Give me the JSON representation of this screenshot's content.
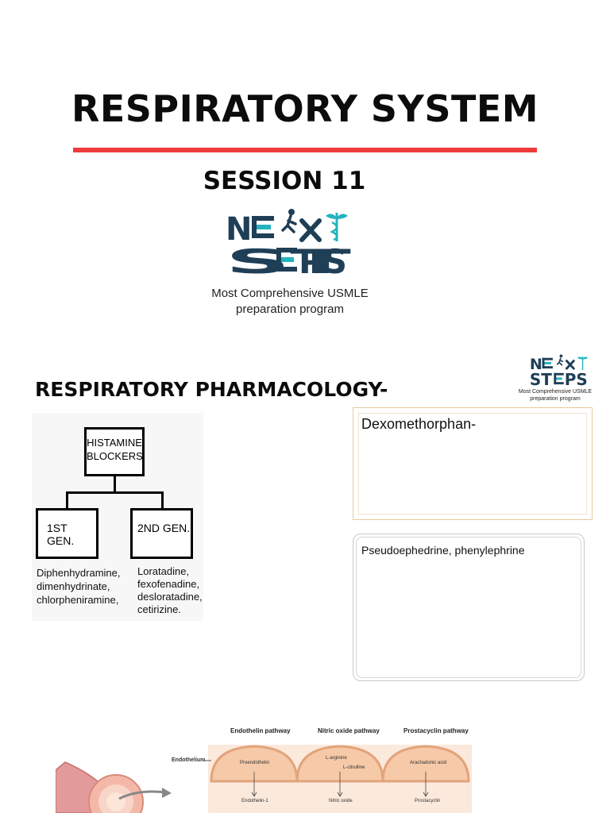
{
  "header": {
    "title": "RESPIRATORY SYSTEM",
    "session": "SESSION 11"
  },
  "logo": {
    "line1": "NE  X",
    "line2": "STEPS",
    "tagline_line1": "Most Comprehensive USMLE",
    "tagline_line2": "preparation program"
  },
  "small_logo": {
    "line1": "NE  X",
    "line2": "STEPS",
    "tagline_line1": "Most Comprehensive USMLE",
    "tagline_line2": "preparation program"
  },
  "section": {
    "heading": "RESPIRATORY PHARMACOLOGY-"
  },
  "tree": {
    "root": "HISTAMINE\nBLOCKERS",
    "left": "1ST GEN.",
    "right": "2ND GEN.",
    "left_drugs": [
      "Diphenhydramine,",
      "dimenhydrinate,",
      "chlorpheniramine,"
    ],
    "right_drugs": [
      "Loratadine,",
      "fexofenadine,",
      "desloratadine,",
      "cetirizine."
    ]
  },
  "notes": {
    "box1": "Dexomethorphan-",
    "box2": "Pseudoephedrine, phenylephrine"
  },
  "diagram": {
    "pathways": [
      "Endothelin pathway",
      "Nitric oxide pathway",
      "Prostacyclin pathway"
    ],
    "side_label": "Endothelium",
    "top_row": [
      "Proendothelin",
      "L-arginine",
      "L-citrulline",
      "Arachadonic acid"
    ],
    "bottom_row": [
      "Endothelin-1",
      "Nitric oxide",
      "Prostacyclin"
    ]
  },
  "colors": {
    "accent_red": "#ef3b3b",
    "logo_navy": "#1f3f57",
    "logo_teal": "#23b3bf",
    "endothelium_fill": "#f6c9a8"
  }
}
